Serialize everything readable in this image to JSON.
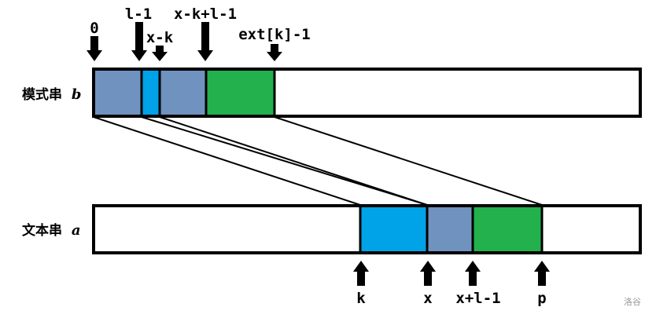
{
  "pattern_label": "模式串",
  "pattern_var": "b",
  "text_label": "文本串",
  "text_var": "a",
  "top_markers": {
    "m0": "0",
    "m1": "l-1",
    "m2": "x-k",
    "m3": "x-k+l-1",
    "m4": "ext[k]-1"
  },
  "bottom_markers": {
    "m0": "k",
    "m1": "x",
    "m2": "x+l-1",
    "m3": "p"
  },
  "colors": {
    "slate": "#7092be",
    "cyan": "#00a2e8",
    "green": "#22b14c",
    "outline": "#000000"
  },
  "watermark": "洛谷"
}
